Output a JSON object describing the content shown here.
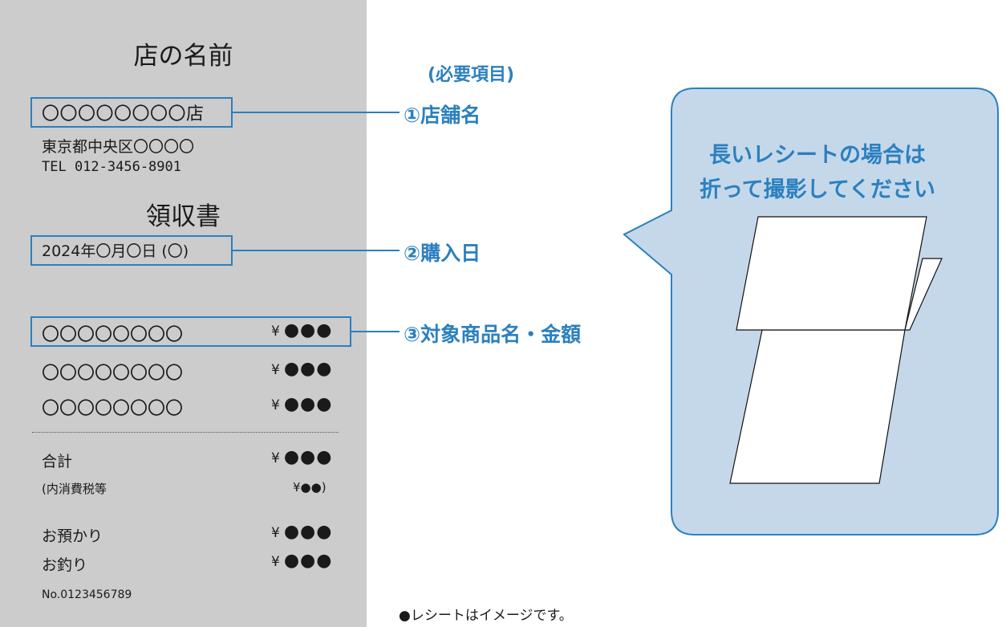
{
  "receipt": {
    "store_title": "店の名前",
    "store_name": "〇〇〇〇〇〇〇〇店",
    "address": "東京都中央区〇〇〇〇",
    "tel": "TEL 012-3456-8901",
    "receipt_title": "領収書",
    "date": "2024年〇月〇日 (〇)",
    "items": [
      {
        "name": "〇〇〇〇〇〇〇〇",
        "yen": "¥",
        "price": "●●●"
      },
      {
        "name": "〇〇〇〇〇〇〇〇",
        "yen": "¥",
        "price": "●●●"
      },
      {
        "name": "〇〇〇〇〇〇〇〇",
        "yen": "¥",
        "price": "●●●"
      }
    ],
    "total_label": "合計",
    "total_yen": "¥",
    "total_price": "●●●",
    "tax_label": "(内消費税等",
    "tax_price": "¥●●)",
    "deposit_label": "お預かり",
    "deposit_yen": "¥",
    "deposit_price": "●●●",
    "change_label": "お釣り",
    "change_yen": "¥",
    "change_price": "●●●",
    "receipt_no": "No.0123456789"
  },
  "annotations": {
    "required_title": "(必要項目)",
    "store_name_label": "①店舗名",
    "purchase_date_label": "②購入日",
    "item_amount_label": "③対象商品名・金額"
  },
  "tip": {
    "line1": "長いレシートの場合は",
    "line2": "折って撮影してください"
  },
  "note": "●レシートはイメージです。",
  "colors": {
    "accent": "#2c80bf",
    "bubble_fill": "#c5d8ea",
    "receipt_bg": "#cccccc"
  }
}
